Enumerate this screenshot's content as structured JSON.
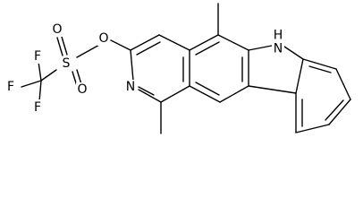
{
  "molecule": {
    "atom_labels": {
      "f_top": "F",
      "f_left": "F",
      "f_bottom": "F",
      "sulfur": "S",
      "o_top": "O",
      "o_bottom": "O",
      "o_link": "O",
      "ring_nitrogen": "N",
      "indole_nh": "H\nN"
    },
    "line_color": "#000000",
    "background_color": "#ffffff"
  }
}
